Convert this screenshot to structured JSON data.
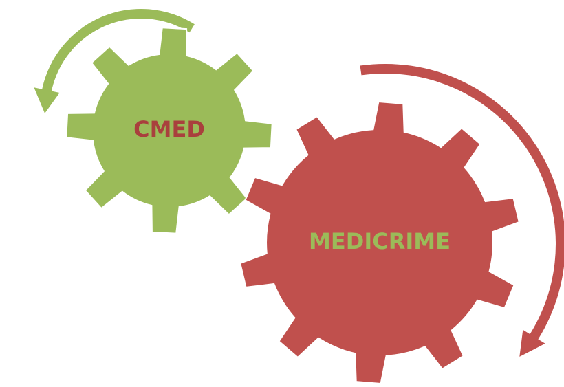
{
  "gears": [
    {
      "id": "small",
      "label": "CMED",
      "fill": "#9bbb59",
      "text_color": "#a9403d"
    },
    {
      "id": "large",
      "label": "MEDICRIME",
      "fill": "#c0504d",
      "text_color": "#9bbb59"
    }
  ],
  "arrows": [
    {
      "id": "small-arrow",
      "color": "#9bbb59",
      "direction": "counter-clockwise"
    },
    {
      "id": "large-arrow",
      "color": "#c0504d",
      "direction": "clockwise"
    }
  ]
}
